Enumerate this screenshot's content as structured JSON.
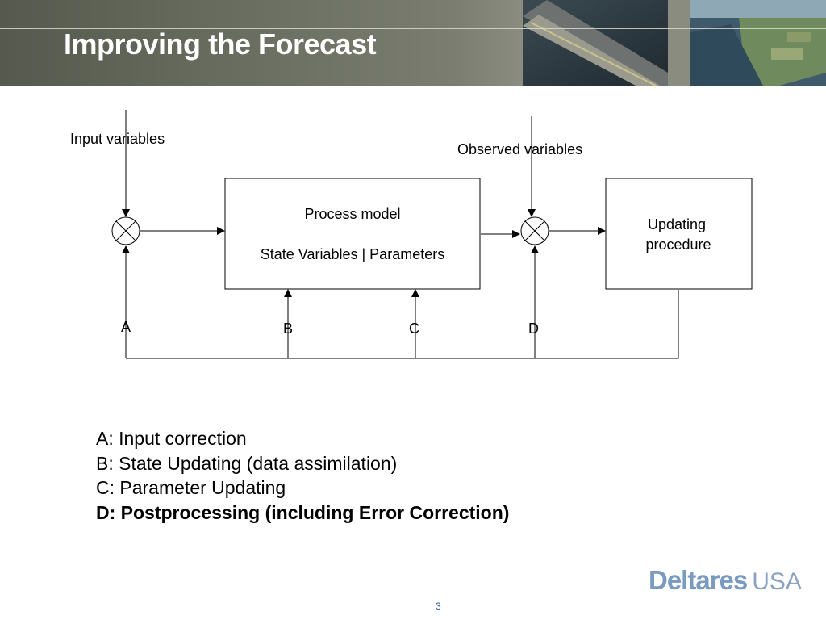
{
  "slide": {
    "title": "Improving the Forecast",
    "page_number": "3"
  },
  "diagram": {
    "input_label": "Input variables",
    "observed_label": "Observed variables",
    "process_box": {
      "line1": "Process model",
      "line2": "State Variables | Parameters"
    },
    "updating_box": {
      "line1": "Updating",
      "line2": "procedure"
    },
    "feedback_labels": [
      "A",
      "B",
      "C",
      "D"
    ]
  },
  "legend": {
    "items": [
      {
        "text": "A: Input correction",
        "bold": false
      },
      {
        "text": "B: State Updating (data assimilation)",
        "bold": false
      },
      {
        "text": "C: Parameter Updating",
        "bold": false
      },
      {
        "text": "D: Postprocessing (including Error Correction)",
        "bold": true
      }
    ]
  },
  "logo": {
    "name": "Deltares",
    "suffix": "USA"
  },
  "colors": {
    "title": "#ffffff",
    "page_number": "#2e5aa8",
    "logo": "#7a9bbf"
  }
}
